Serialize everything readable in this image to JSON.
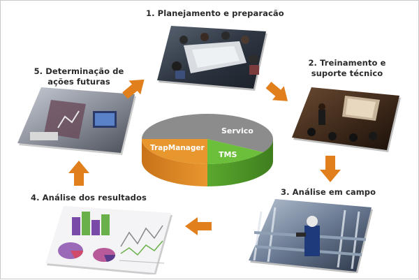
{
  "steps": [
    {
      "label": "1. Planejamento e preparacão"
    },
    {
      "label_line1": "2. Treinamento e",
      "label_line2": "suporte técnico"
    },
    {
      "label": "3. Análise em campo"
    },
    {
      "label": "4. Análise dos resultados"
    },
    {
      "label_line1": "5. Determinação de",
      "label_line2": "ações futuras"
    }
  ],
  "pie": {
    "segments": [
      {
        "label": "Servico",
        "color": "#8c8c8c"
      },
      {
        "label": "TrapManager",
        "color": "#e8962e"
      },
      {
        "label": "TMS",
        "color": "#6cbf3a"
      }
    ]
  },
  "colors": {
    "arrow": "#e07f1c",
    "text": "#2a2a2a"
  }
}
